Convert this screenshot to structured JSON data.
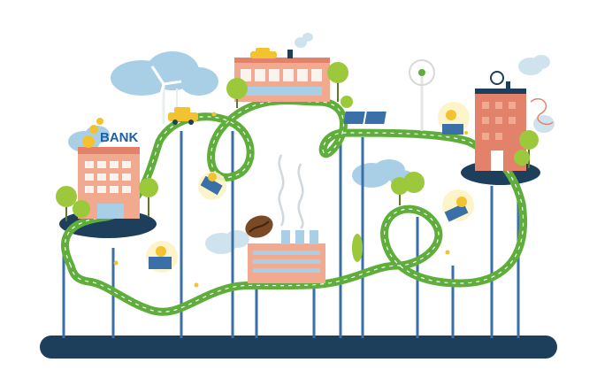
{
  "bank": {
    "sign_label": "BANK"
  },
  "colors": {
    "track": "#5fae3c",
    "track_dash": "#ffffff",
    "pillar": "#3a6fa8",
    "ground": "#1d3f5c",
    "cloud": "#a9cfe7",
    "building_pink": "#f1a98f",
    "building_red": "#e3826b",
    "tree": "#9cc83c",
    "coin": "#f2c230",
    "car_yellow": "#f2c230",
    "cart_blue": "#3a6fa8",
    "smoke": "#cfe3ee",
    "coffee_bean": "#7a4a26"
  },
  "icons": [
    "bank-building",
    "coffee-bean-icon",
    "wind-turbine",
    "solar-panel",
    "factory",
    "coin-stack",
    "taxi-car",
    "mine-cart",
    "recycling-turbine"
  ]
}
